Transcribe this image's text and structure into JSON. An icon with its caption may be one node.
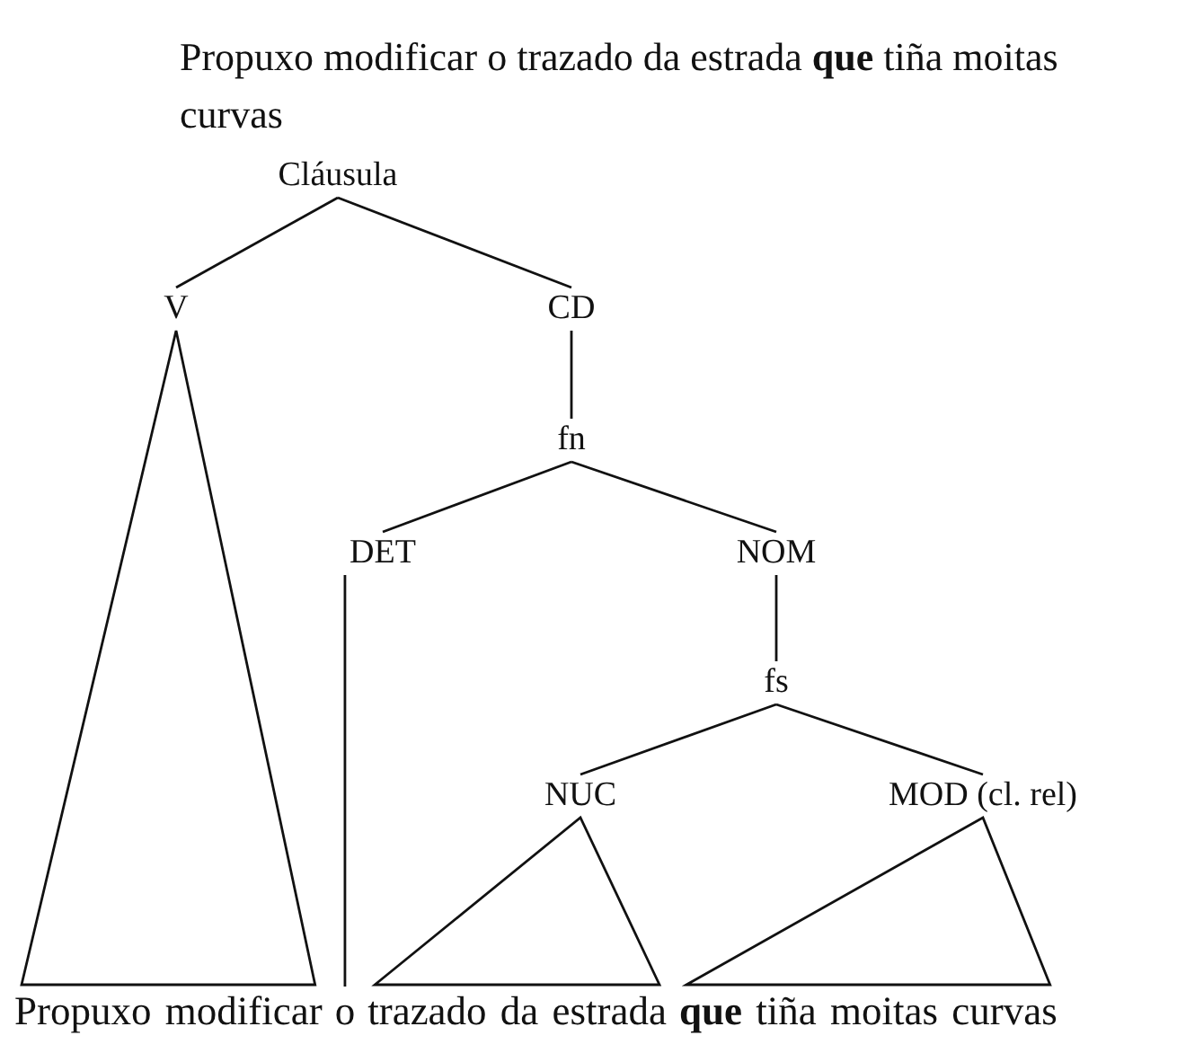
{
  "diagram": {
    "title": "Propuxo modificar o trazado da estrada **que** tiña moitas curvas",
    "nodes": [
      {
        "text": [
          "Cláusula"
        ]
      },
      {
        "text": [
          "V"
        ]
      },
      {
        "text": [
          "CD"
        ]
      },
      {
        "text": [
          "fn"
        ]
      },
      {
        "text": [
          "DET"
        ]
      },
      {
        "text": [
          "NOM"
        ]
      },
      {
        "text": [
          "fs"
        ]
      },
      {
        "text": [
          "NUC"
        ]
      },
      {
        "text": [
          "MOD (cl. rel)"
        ]
      },
      {
        "text": [
          "Propuxo modificar"
        ]
      },
      {
        "text": [
          "o"
        ]
      },
      {
        "text": [
          "trazado da estrada"
        ]
      },
      {
        "text": [
          "**que** tiña moitas curvas"
        ]
      }
    ],
    "edges": [
      {
        "from": 0,
        "to": 1,
        "arrow": "none"
      },
      {
        "from": 0,
        "to": 2,
        "arrow": "none"
      },
      {
        "from": 2,
        "to": 3,
        "arrow": "none"
      },
      {
        "from": 3,
        "to": 4,
        "arrow": "none"
      },
      {
        "from": 3,
        "to": 5,
        "arrow": "none"
      },
      {
        "from": 5,
        "to": 6,
        "arrow": "none"
      },
      {
        "from": 6,
        "to": 7,
        "arrow": "none"
      },
      {
        "from": 6,
        "to": 8,
        "arrow": "none"
      },
      {
        "from": 1,
        "to": 9,
        "arrow": "none"
      },
      {
        "from": 4,
        "to": 10,
        "arrow": "none"
      },
      {
        "from": 7,
        "to": 11,
        "arrow": "none"
      },
      {
        "from": 8,
        "to": 12,
        "arrow": "none"
      }
    ]
  }
}
